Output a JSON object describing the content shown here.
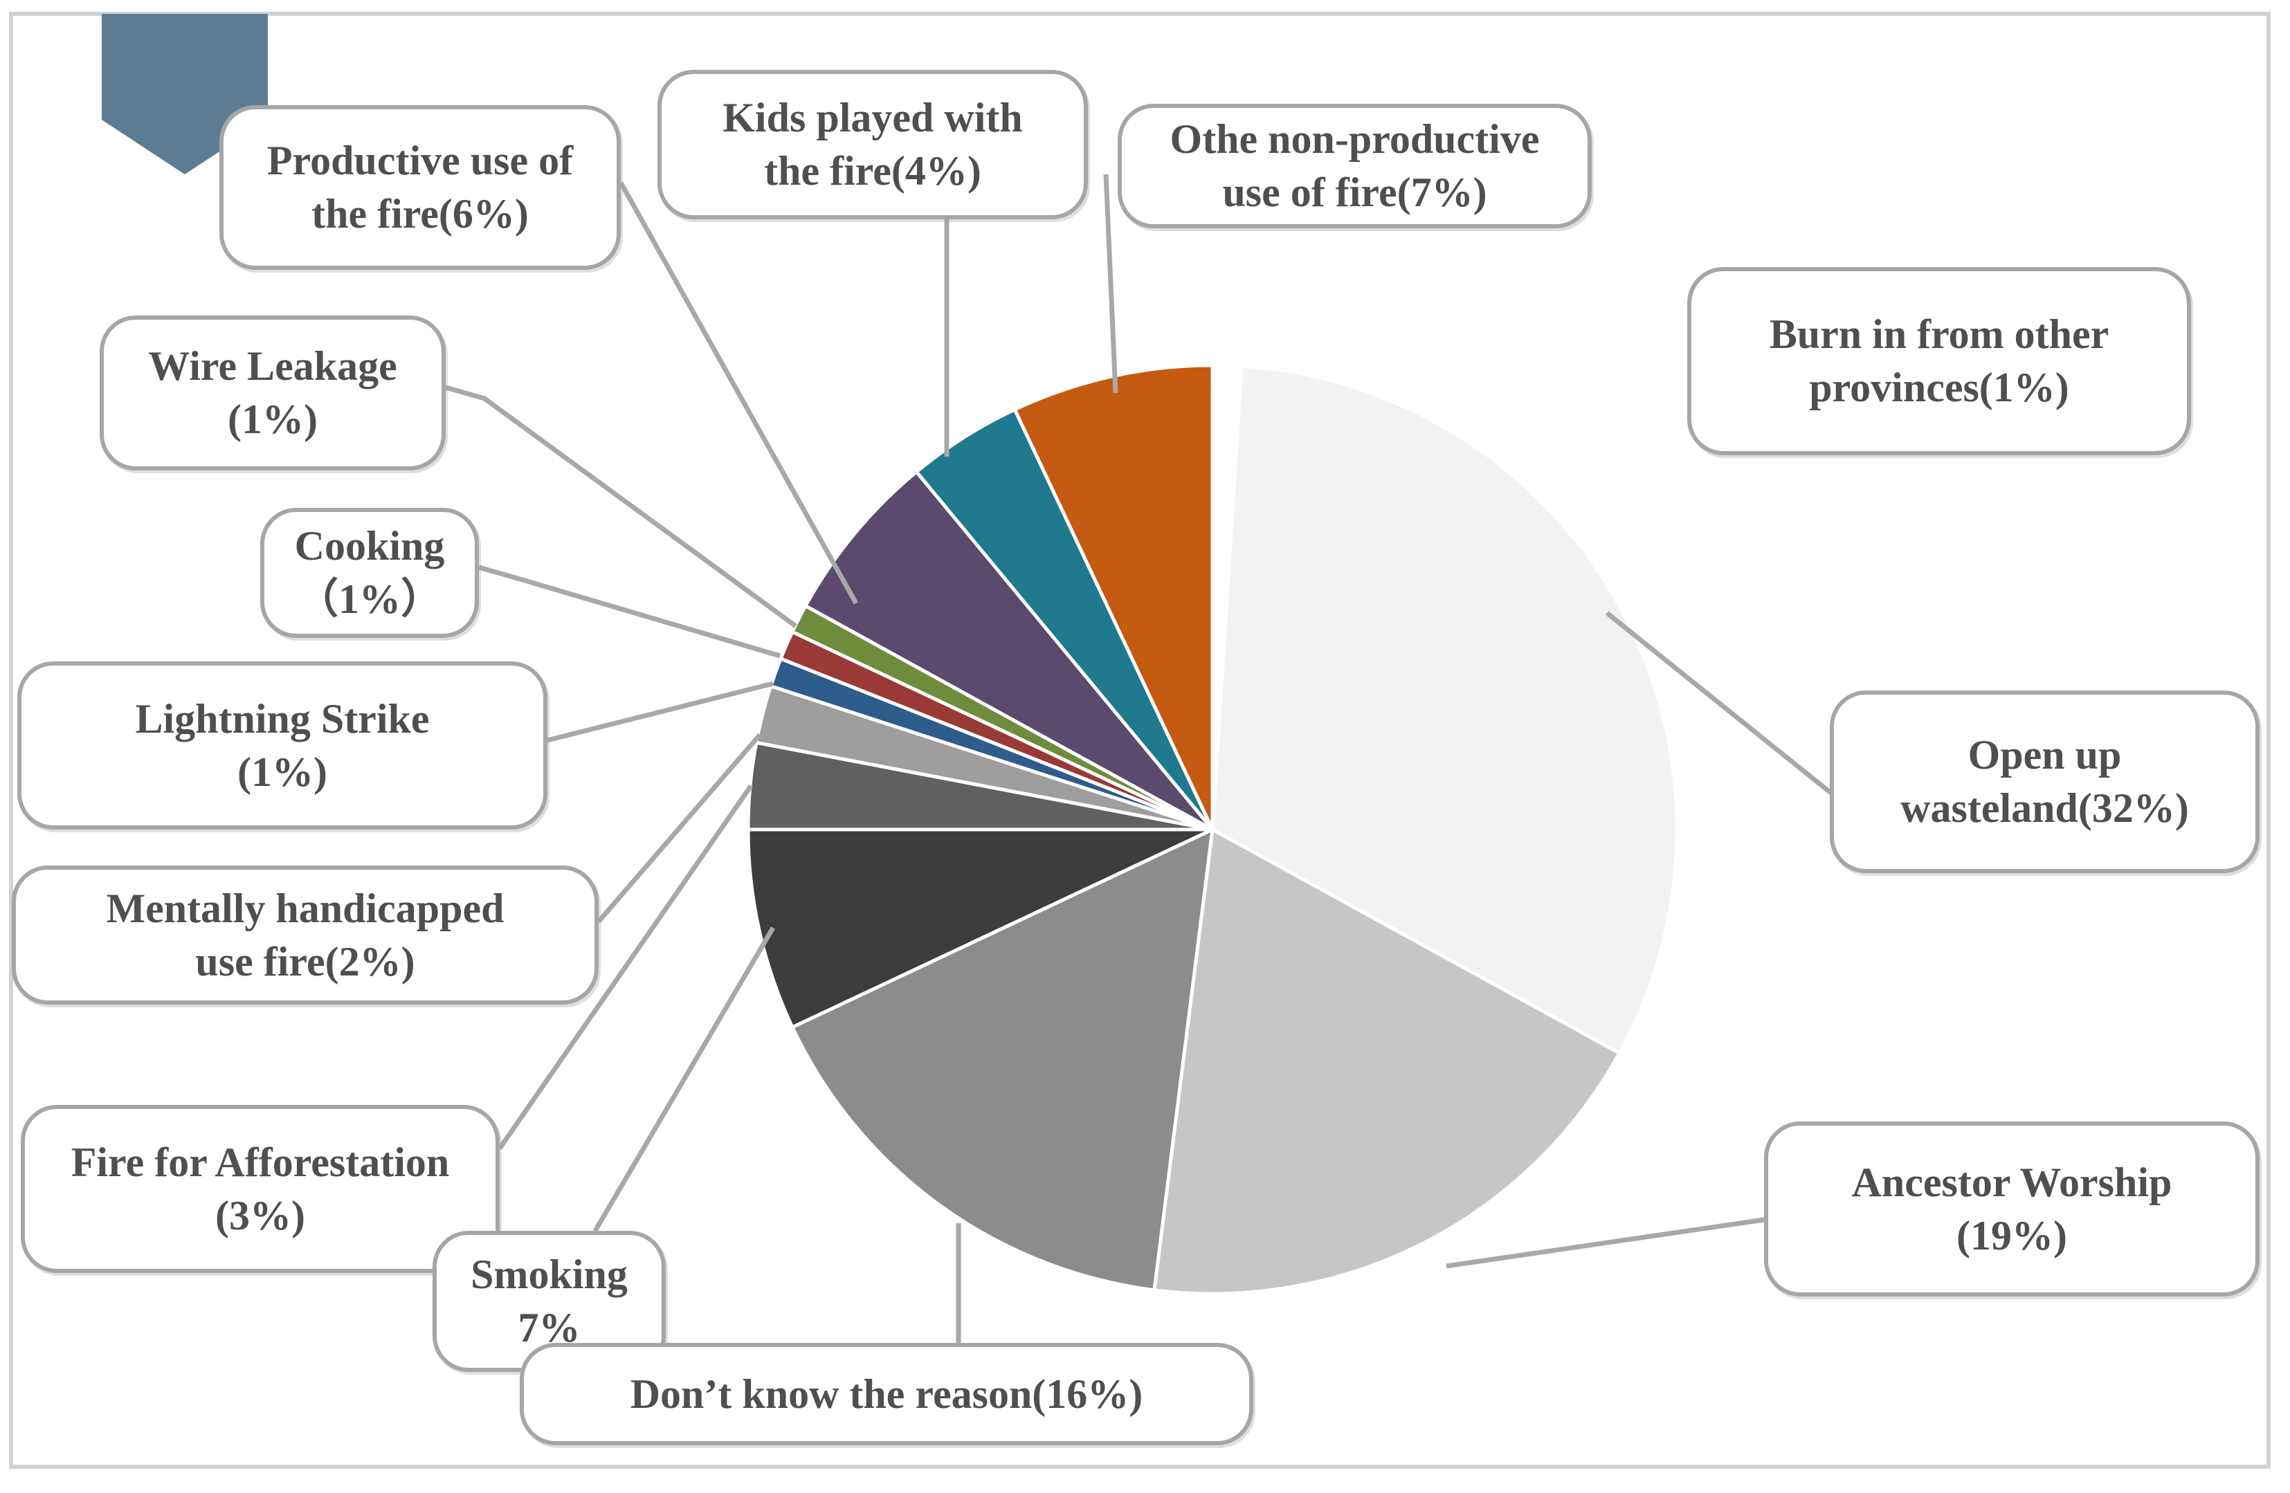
{
  "figure": {
    "background": "#ffffff",
    "frame_color": "#d2d2d2",
    "leader_color": "#a8a8a8",
    "box_border_color": "#a6a6a6",
    "box_fill": "#ffffff",
    "text_color": "#4f4f4f",
    "ribbon_color": "#5d7c93"
  },
  "chart_data": {
    "type": "pie",
    "title": "",
    "start_angle_deg": 0,
    "direction": "clockwise",
    "legend_position": "callout-labels",
    "slices": [
      {
        "id": "burn_in",
        "label": "Burn in from other provinces",
        "percent": 1,
        "color": "#ffffff",
        "line1": "Burn in from other",
        "line2": "provinces(1%)"
      },
      {
        "id": "open_up",
        "label": "Open up wasteland",
        "percent": 32,
        "color": "#f2f2f2",
        "line1": "Open up",
        "line2": "wasteland(32%)"
      },
      {
        "id": "ancestor",
        "label": "Ancestor Worship",
        "percent": 19,
        "color": "#c6c6c6",
        "line1": "Ancestor Worship",
        "line2": "(19%)"
      },
      {
        "id": "dont_know",
        "label": "Don’t know the reason",
        "percent": 16,
        "color": "#8c8c8c",
        "line1": "Don’t know the reason(16%)",
        "line2": ""
      },
      {
        "id": "smoking",
        "label": "Smoking",
        "percent": 7,
        "color": "#3d3d3d",
        "line1": "Smoking",
        "line2": "7%"
      },
      {
        "id": "fire_aff",
        "label": "Fire for Afforestation",
        "percent": 3,
        "color": "#606060",
        "line1": "Fire for Afforestation",
        "line2": "(3%)"
      },
      {
        "id": "mentally",
        "label": "Mentally handicapped use fire",
        "percent": 2,
        "color": "#9e9e9e",
        "line1": "Mentally handicapped",
        "line2": "use fire(2%)"
      },
      {
        "id": "lightning",
        "label": "Lightning Strike",
        "percent": 1,
        "color": "#2e5c8b",
        "line1": "Lightning Strike",
        "line2": "(1%)"
      },
      {
        "id": "cooking",
        "label": "Cooking",
        "percent": 1,
        "color": "#9a3a38",
        "line1": "Cooking",
        "line2": "（1%）"
      },
      {
        "id": "wire",
        "label": "Wire Leakage",
        "percent": 1,
        "color": "#6e8c3c",
        "line1": "Wire Leakage",
        "line2": "(1%)"
      },
      {
        "id": "productive",
        "label": "Productive use of the fire",
        "percent": 6,
        "color": "#594a6e",
        "line1": "Productive use of",
        "line2": "the fire(6%)"
      },
      {
        "id": "kids",
        "label": "Kids played with the fire",
        "percent": 4,
        "color": "#20798f",
        "line1": "Kids played with",
        "line2": "the fire(4%)"
      },
      {
        "id": "othe",
        "label": "Othe non-productive use of fire",
        "percent": 7,
        "color": "#c55a11",
        "line1": "Othe non-productive",
        "line2": "use of fire(7%)"
      }
    ]
  }
}
